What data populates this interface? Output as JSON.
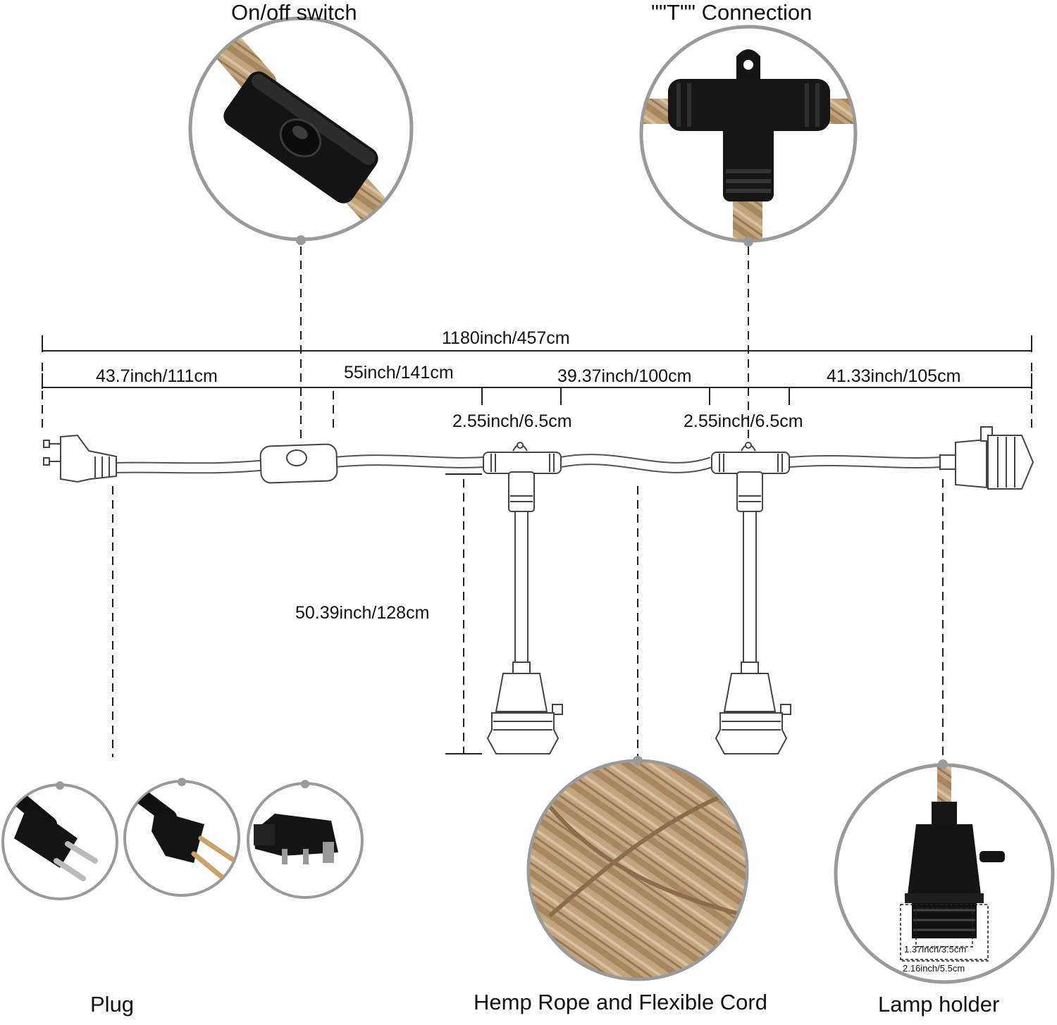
{
  "labels": {
    "switch_title": "On/off switch",
    "t_connection_title": "\"\"T\"\" Connection",
    "plug_title": "Plug",
    "hemp_title": "Hemp Rope and Flexible Cord",
    "lamp_holder_title": "Lamp holder"
  },
  "dimensions": {
    "total": "1180inch/457cm",
    "seg_plug_to_switch": "43.7inch/111cm",
    "seg_switch_to_t1": "55inch/141cm",
    "seg_t1_to_t2": "39.37inch/100cm",
    "seg_t2_to_holder": "41.33inch/105cm",
    "t1_width": "2.55inch/6.5cm",
    "t2_width": "2.55inch/6.5cm",
    "drop_length": "50.39inch/128cm",
    "holder_inner": "1.37inch/3.5cm",
    "holder_outer": "2.16inch/5.5cm"
  },
  "colors": {
    "circle_ring": "#9a9a9a",
    "dim_line": "#222222",
    "hemp": "#b79a73",
    "hemp_dark": "#8a6d4a",
    "black_part": "#161616"
  }
}
